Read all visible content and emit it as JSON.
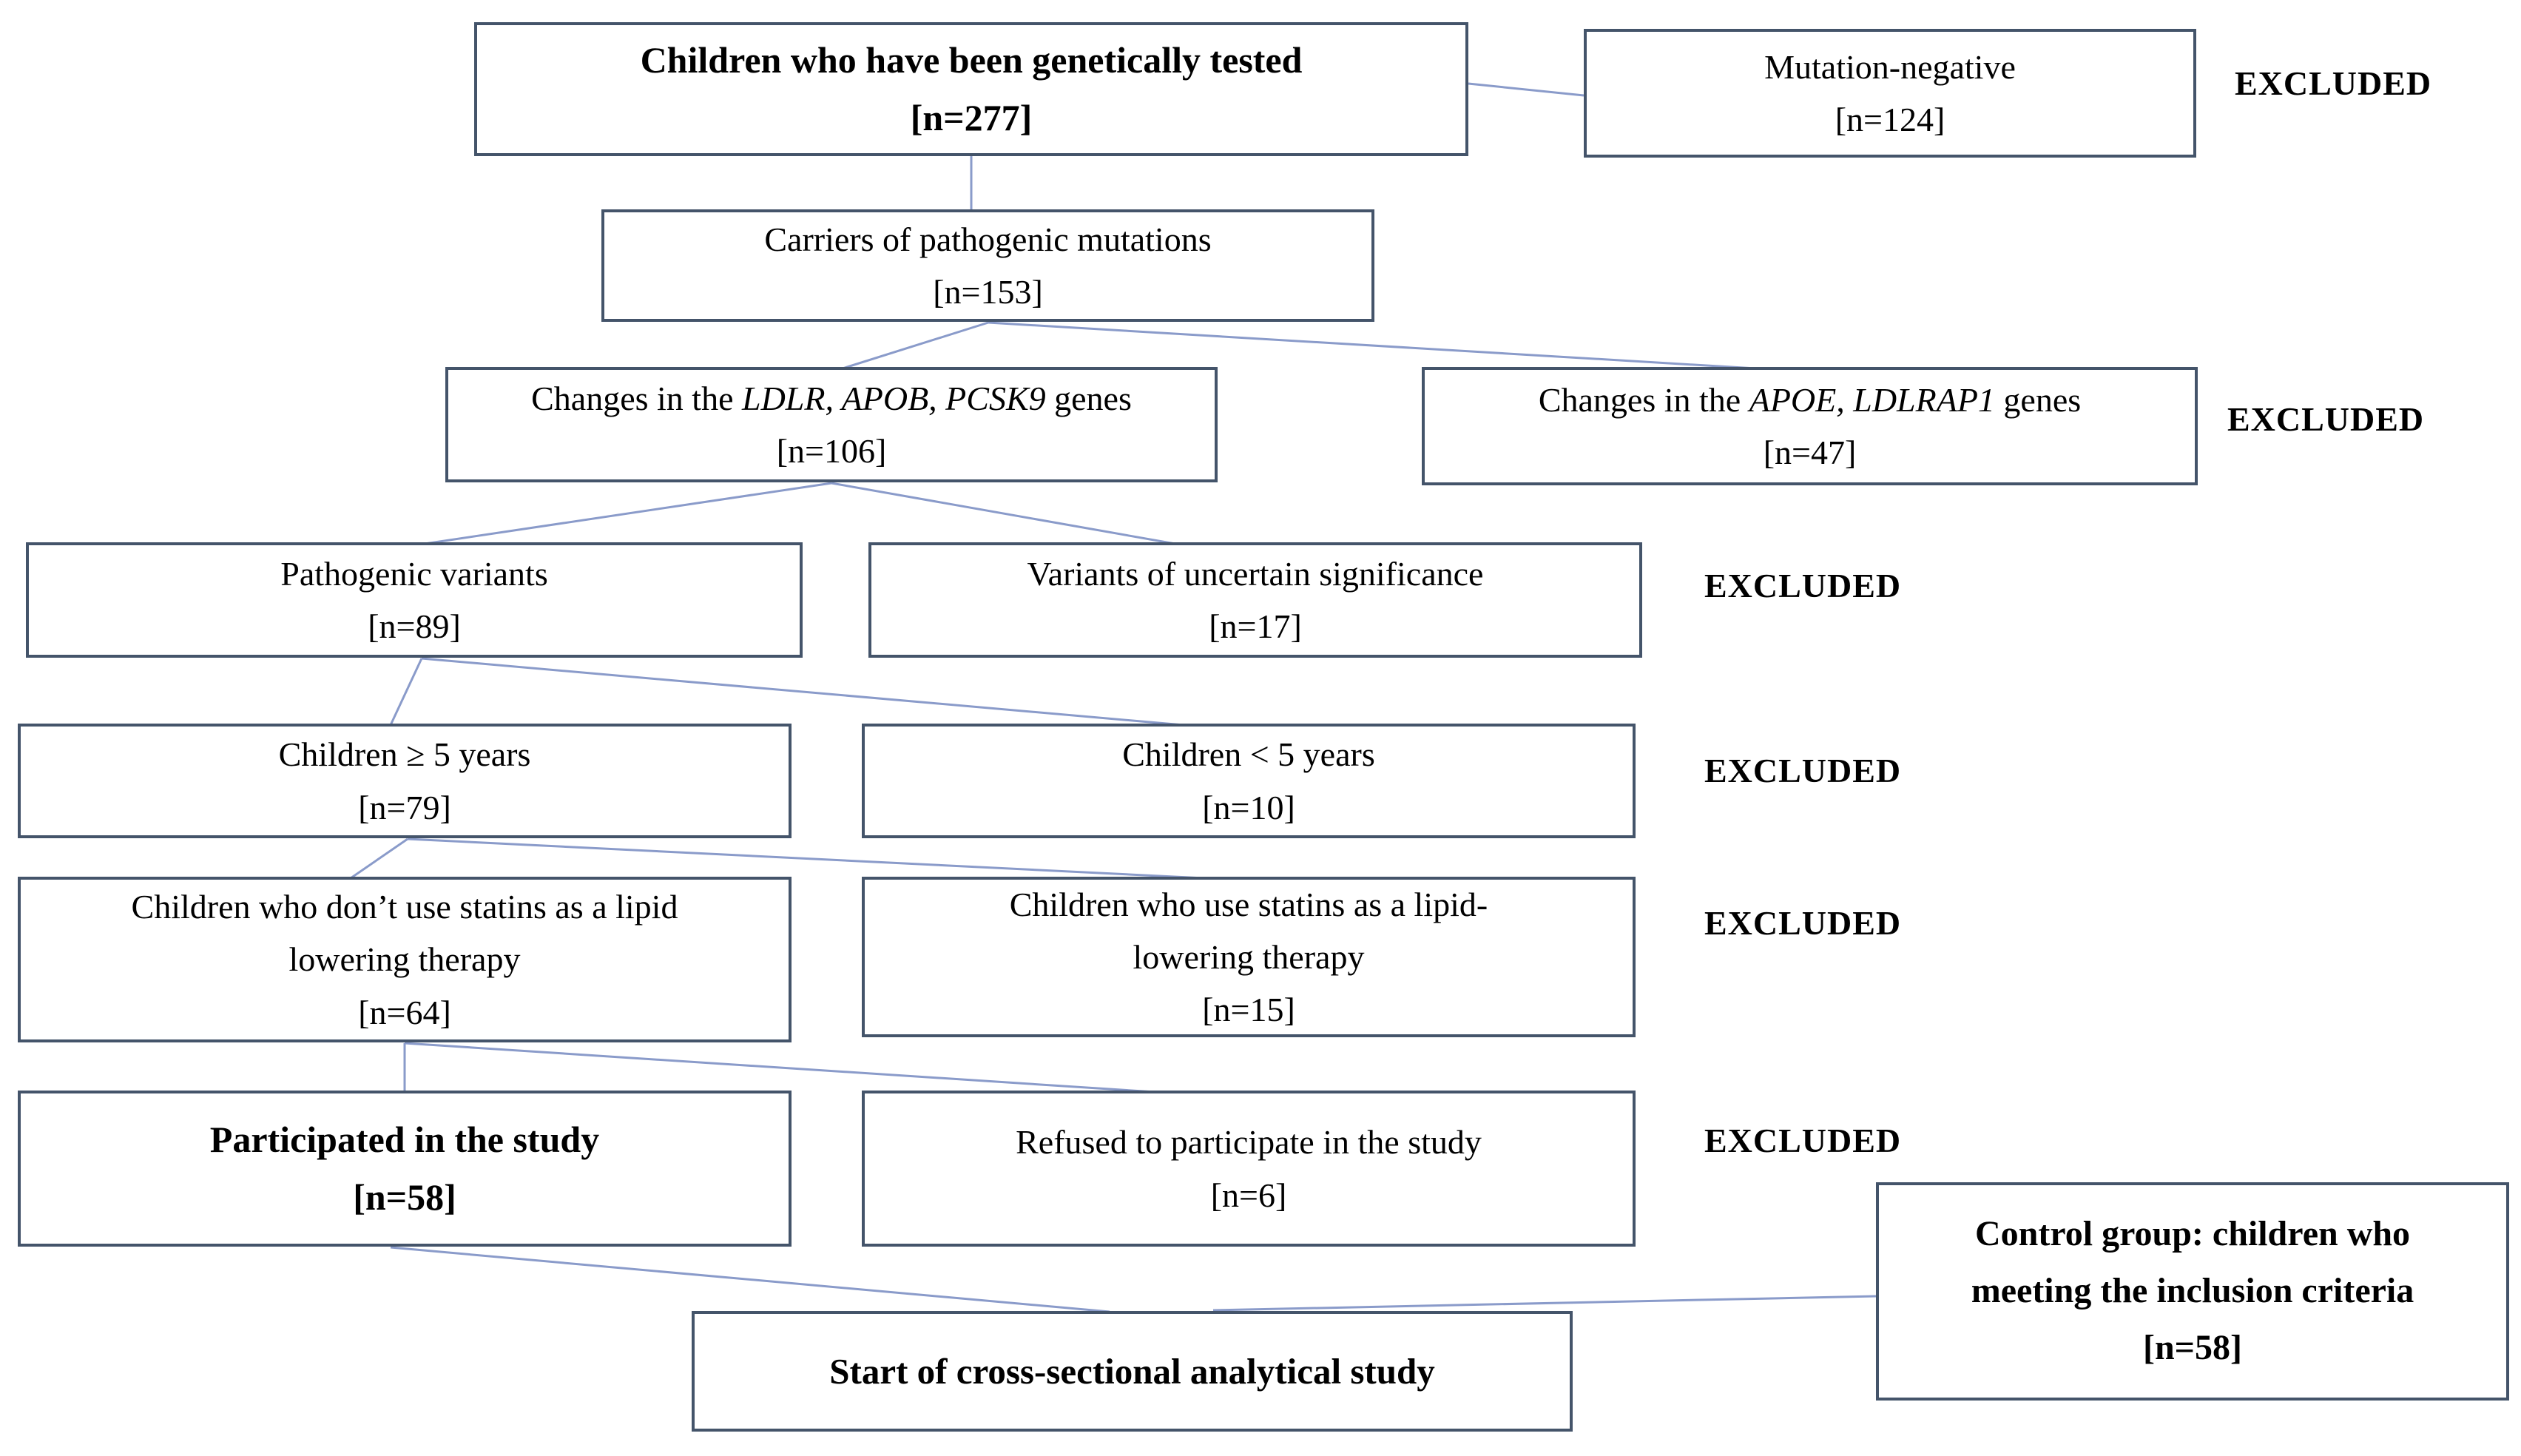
{
  "diagram": {
    "excluded_label": "EXCLUDED",
    "colors": {
      "box_border": "#44546a",
      "connector": "#8a9bca",
      "text": "#000000",
      "background": "#ffffff"
    },
    "nodes": {
      "genetically_tested": {
        "line1": "Children who have been genetically tested",
        "line2": "[n=277]"
      },
      "mutation_negative": {
        "line1": "Mutation-negative",
        "line2": "[n=124]"
      },
      "carriers": {
        "line1": "Carriers of pathogenic mutations",
        "line2": "[n=153]"
      },
      "changes_ldlr": {
        "pre": "Changes in the ",
        "genes": "LDLR, APOB, PCSK9",
        "post": " genes",
        "line2": "[n=106]"
      },
      "changes_apoe": {
        "pre": "Changes in the ",
        "genes": "APOE, LDLRAP1",
        "post": " genes",
        "line2": "[n=47]"
      },
      "pathogenic_variants": {
        "line1": "Pathogenic variants",
        "line2": "[n=89]"
      },
      "uncertain_variants": {
        "line1": "Variants of uncertain significance",
        "line2": "[n=17]"
      },
      "age_ge5": {
        "line1": "Children ≥ 5 years",
        "line2": "[n=79]"
      },
      "age_lt5": {
        "line1": "Children < 5 years",
        "line2": "[n=10]"
      },
      "no_statins": {
        "line1": "Children who don’t use statins as a lipid",
        "line2": "lowering therapy",
        "line3": "[n=64]"
      },
      "statins": {
        "line1": "Children who use statins as a lipid-",
        "line2": "lowering therapy",
        "line3": "[n=15]"
      },
      "participated": {
        "line1": "Participated in the study",
        "line2": "[n=58]"
      },
      "refused": {
        "line1": "Refused to participate in the study",
        "line2": "[n=6]"
      },
      "start": {
        "line1": "Start of cross-sectional analytical study"
      },
      "control": {
        "line1": "Control group: children who",
        "line2": "meeting the inclusion criteria",
        "line3": "[n=58]"
      }
    }
  }
}
